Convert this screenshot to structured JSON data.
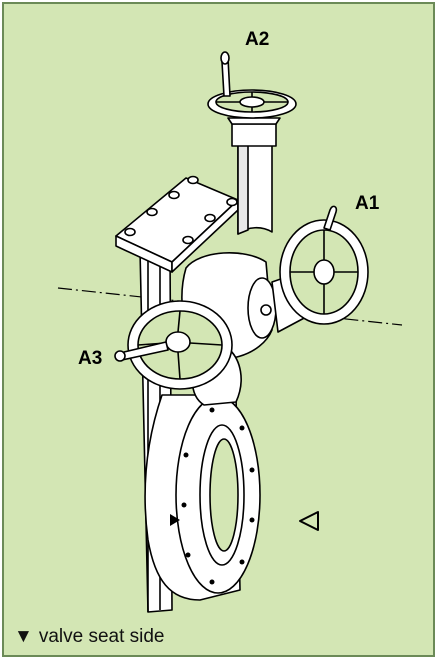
{
  "labels": {
    "a1": "A1",
    "a2": "A2",
    "a3": "A3"
  },
  "caption": {
    "marker": "▼",
    "text": "valve seat side"
  },
  "colors": {
    "background": "#d3e6b4",
    "frame": "#6b8a57",
    "part_fill": "#ffffff",
    "stroke": "#000000"
  }
}
